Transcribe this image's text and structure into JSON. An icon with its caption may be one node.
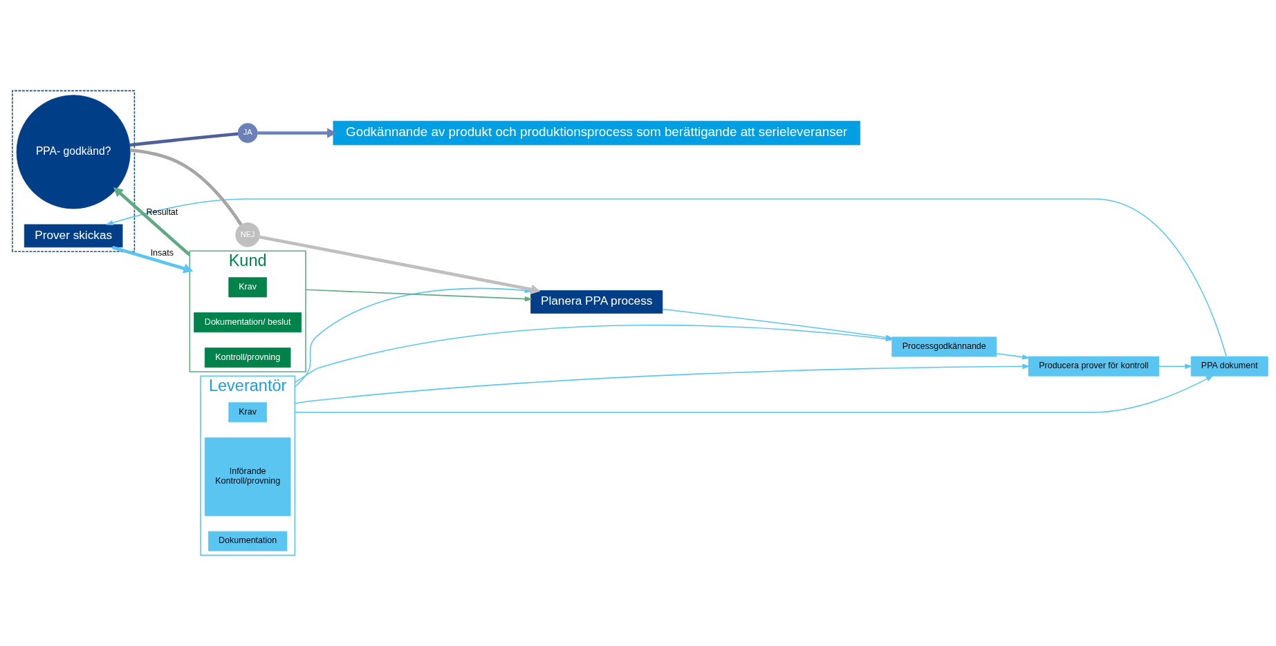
{
  "diagram": {
    "nodes": [
      {
        "text": [
          "Godkännande av produkt och produktionsprocess som berättigande att serieleveranser"
        ]
      },
      {
        "text": [
          "Leverantör"
        ]
      },
      {
        "text": [
          "Krav"
        ],
        "in": 1
      },
      {
        "text": [
          "Införande",
          "Kontroll/provning"
        ],
        "in": 1
      },
      {
        "text": [
          "Dokumentation"
        ],
        "in": 1
      },
      {
        "text": [
          "Planera PPA process"
        ]
      },
      {
        "text": [
          "Processgodkännande"
        ]
      },
      {
        "text": [
          "Producera prover för kontroll"
        ]
      },
      {
        "text": [
          "PPA dokument"
        ]
      },
      {
        "text": [],
        "shape": "box"
      },
      {
        "text": [
          "Kund"
        ]
      },
      {
        "text": [
          "Krav"
        ],
        "in": 10
      },
      {
        "text": [
          "Dokumentation/ beslut"
        ],
        "in": 10
      },
      {
        "text": [
          "Kontroll/provning"
        ],
        "in": 10
      },
      {
        "text": [
          "PPA- godkänd?"
        ],
        "in": 9
      },
      {
        "text": [
          "Prover skickas"
        ],
        "in": 9
      },
      {
        "text": [
          "NEJ"
        ]
      },
      {
        "text": [
          "JA"
        ]
      }
    ],
    "edges": [
      {
        "from": 1,
        "to": 5,
        "arrow": "to"
      },
      {
        "from": 1,
        "to": 6,
        "arrow": "to"
      },
      {
        "from": 1,
        "to": 7,
        "arrow": "to"
      },
      {
        "from": 1,
        "to": 8,
        "arrow": "to"
      },
      {
        "from": 5,
        "to": 6,
        "arrow": "to"
      },
      {
        "from": 6,
        "to": 7,
        "arrow": "to"
      },
      {
        "from": 7,
        "to": 8,
        "arrow": "to"
      },
      {
        "from": 8,
        "to": 15,
        "arrow": "to"
      },
      {
        "from": 10,
        "to": 5,
        "arrow": "to",
        "color": "#5faa84"
      },
      {
        "from": 10,
        "to": 14,
        "arrow": "to",
        "label": "Resultat",
        "style": "thick",
        "color": "#5faa84"
      },
      {
        "from": 15,
        "to": 10,
        "arrow": "to",
        "label": "Insats",
        "style": "thick"
      },
      {
        "from": 14,
        "to": 16,
        "arrow": "none",
        "style": "thick",
        "color": "#a6a6a6"
      },
      {
        "from": 16,
        "to": 5,
        "arrow": "to",
        "style": "thick",
        "color": "#bfbfbf"
      },
      {
        "from": 14,
        "to": 17,
        "arrow": "none",
        "style": "thick",
        "color": "#4f5f9a"
      },
      {
        "from": 17,
        "to": 0,
        "arrow": "to",
        "style": "thick",
        "color": "#6b7fb8"
      }
    ]
  }
}
